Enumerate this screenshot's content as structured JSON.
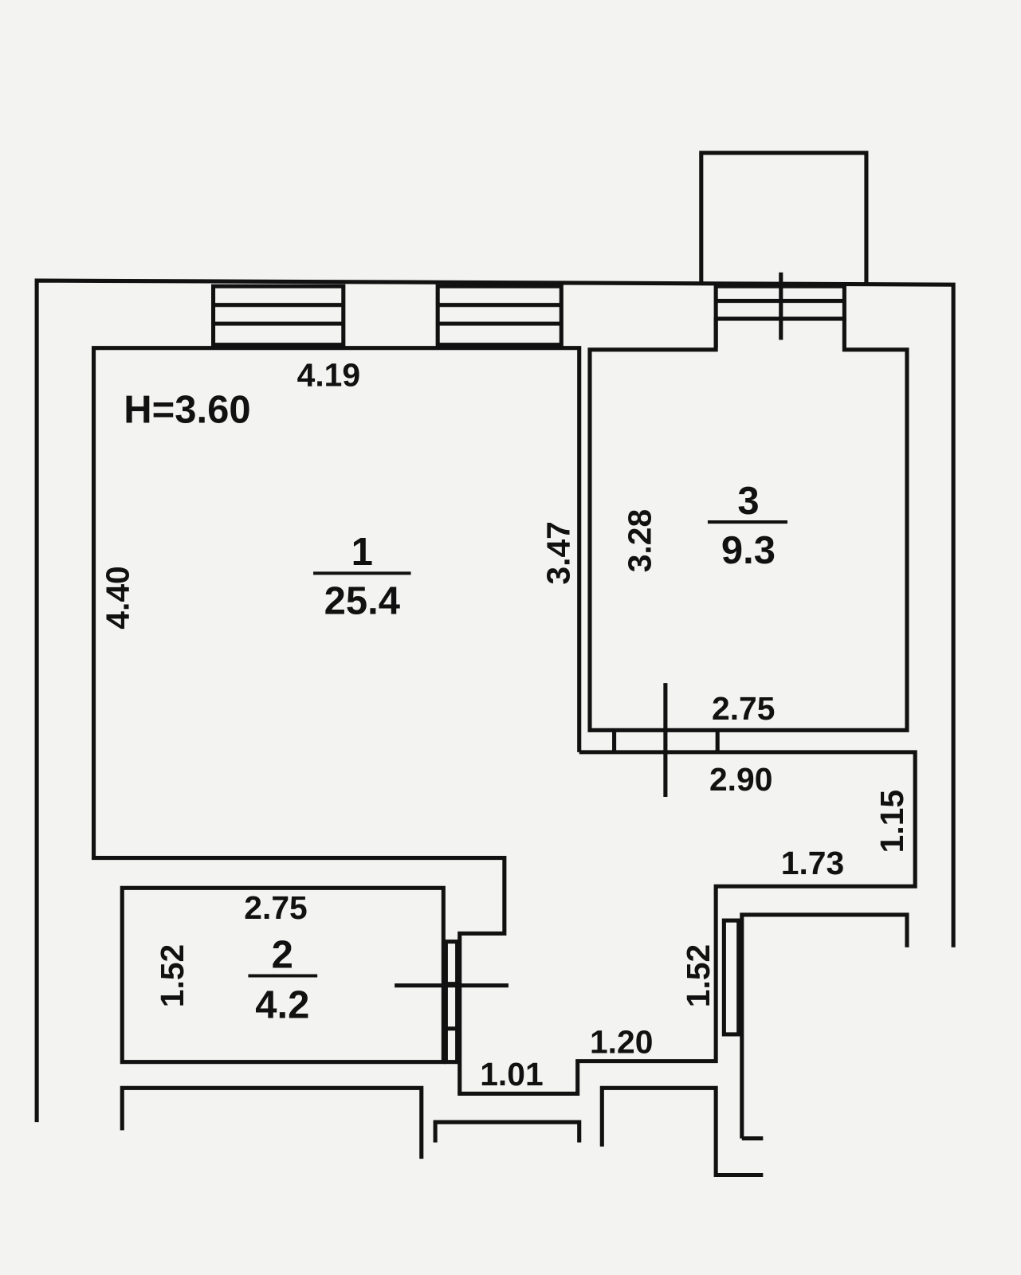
{
  "ceiling_height": "H=3.60",
  "rooms": [
    {
      "number": "1",
      "area": "25.4"
    },
    {
      "number": "2",
      "area": "4.2"
    },
    {
      "number": "3",
      "area": "9.3"
    }
  ],
  "dimensions": {
    "room1_top": "4.19",
    "room1_left": "4.40",
    "room1_right": "3.47",
    "room3_left": "3.28",
    "room3_bottom": "2.75",
    "corridor_top": "2.90",
    "corridor_right": "1.15",
    "corridor_mid": "1.73",
    "room2_top": "2.75",
    "room2_left": "1.52",
    "hall_right": "1.52",
    "hall_bottom": "1.20",
    "entry_bottom": "1.01"
  }
}
